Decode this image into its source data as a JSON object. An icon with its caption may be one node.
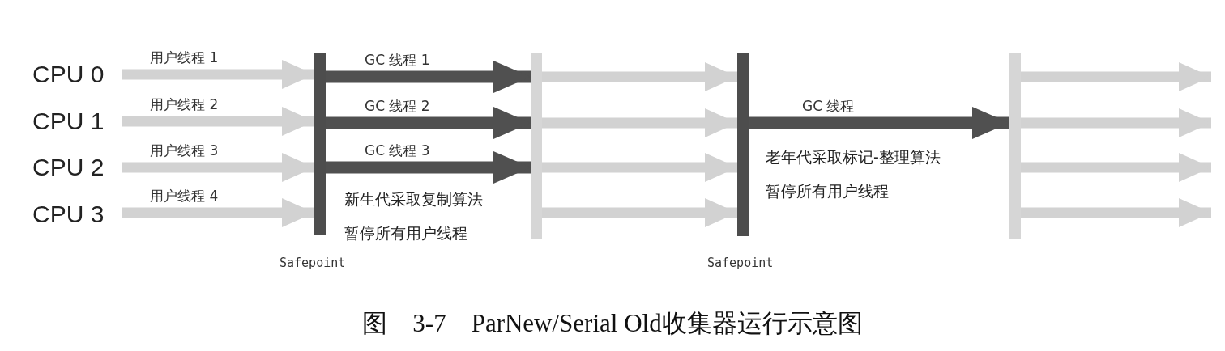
{
  "diagram": {
    "caption": "图　3-7　ParNew/Serial Old收集器运行示意图",
    "nodes": [
      {
        "text": [
          "CPU 0"
        ]
      },
      {
        "text": [
          "CPU 1"
        ]
      },
      {
        "text": [
          "CPU 2"
        ]
      },
      {
        "text": [
          "CPU 3"
        ]
      },
      {
        "text": [],
        "shape": "bar",
        "beside": [
          "Safepoint"
        ]
      },
      {
        "text": [],
        "shape": "bar"
      },
      {
        "text": [],
        "shape": "bar",
        "beside": [
          "Safepoint"
        ]
      },
      {
        "text": [],
        "shape": "bar"
      }
    ],
    "edges": [
      {
        "from": 0,
        "to": 4,
        "arrow": "to",
        "label": "用户线程 1"
      },
      {
        "from": 1,
        "to": 4,
        "arrow": "to",
        "label": "用户线程 2"
      },
      {
        "from": 2,
        "to": 4,
        "arrow": "to",
        "label": "用户线程 3"
      },
      {
        "from": 3,
        "to": 4,
        "arrow": "to",
        "label": "用户线程 4"
      },
      {
        "from": 4,
        "to": 5,
        "arrow": "to",
        "label": "GC 线程 1",
        "color": "#505050"
      },
      {
        "from": 4,
        "to": 5,
        "arrow": "to",
        "label": "GC 线程 2",
        "color": "#505050"
      },
      {
        "from": 4,
        "to": 5,
        "arrow": "to",
        "label": "GC 线程 3",
        "color": "#505050"
      },
      {
        "from": 5,
        "to": 6,
        "arrow": "to"
      },
      {
        "from": 5,
        "to": 6,
        "arrow": "to"
      },
      {
        "from": 5,
        "to": 6,
        "arrow": "to"
      },
      {
        "from": 5,
        "to": 6,
        "arrow": "to"
      },
      {
        "from": 6,
        "to": 7,
        "arrow": "to",
        "label": "GC 线程",
        "color": "#505050"
      },
      {
        "from": 7,
        "to": null,
        "arrow": "to"
      },
      {
        "from": 7,
        "to": null,
        "arrow": "to"
      },
      {
        "from": 7,
        "to": null,
        "arrow": "to"
      },
      {
        "from": 7,
        "to": null,
        "arrow": "to"
      }
    ],
    "labels": [
      "新生代采取复制算法",
      "暂停所有用户线程",
      "老年代采取标记-整理算法",
      "暂停所有用户线程"
    ]
  }
}
